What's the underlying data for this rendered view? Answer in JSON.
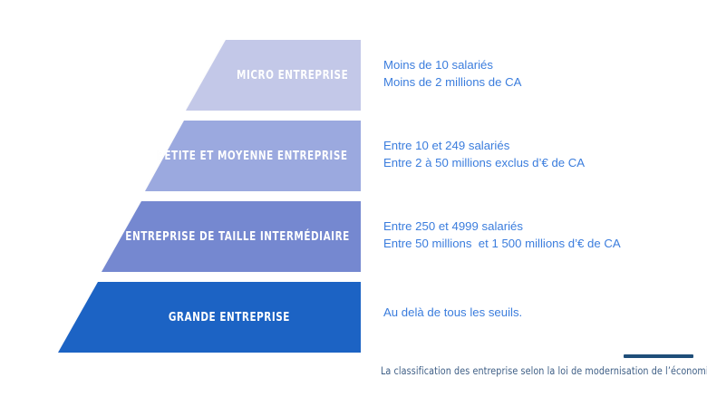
{
  "slide": {
    "background_color": "#ffffff",
    "accent_color": "#3b7ddd",
    "rule_color": "#1f4e79"
  },
  "pyramid": {
    "tiers": [
      {
        "id": "micro-entreprise",
        "label": "MICRO ENTREPRISE",
        "color": "#c3c8e8",
        "description_lines": [
          "Moins de 10 salariés",
          "Moins de 2 millions de CA"
        ],
        "description": "Moins de 10 salariés\nMoins de 2 millions de CA"
      },
      {
        "id": "petite-et-moyenne-entreprise",
        "label": "PETITE ET MOYENNE ENTREPRISE",
        "color": "#9ba9df",
        "description_lines": [
          "Entre 10 et 249 salariés",
          "Entre 2 à 50 millions exclus d’€ de CA"
        ],
        "description": "Entre 10 et 249 salariés\nEntre 2 à 50 millions exclus d’€ de CA"
      },
      {
        "id": "entreprise-de-taille-intermediaire",
        "label": "ENTREPRISE DE TAILLE INTERMÉDIAIRE",
        "color": "#7588d0",
        "description_lines": [
          "Entre 250 et 4999 salariés",
          "Entre 50 millions  et 1 500 millions d’€ de CA"
        ],
        "description": "Entre 250 et 4999 salariés\nEntre 50 millions  et 1 500 millions d’€ de CA"
      },
      {
        "id": "grande-entreprise",
        "label": "GRANDE ENTREPRISE",
        "color": "#1b63c4",
        "description_lines": [
          "Au delà de tous les seuils."
        ],
        "description": "Au delà de tous les seuils."
      }
    ]
  },
  "footer": {
    "caption": "La classification des entreprise selon la loi de modernisation de l’économie"
  }
}
